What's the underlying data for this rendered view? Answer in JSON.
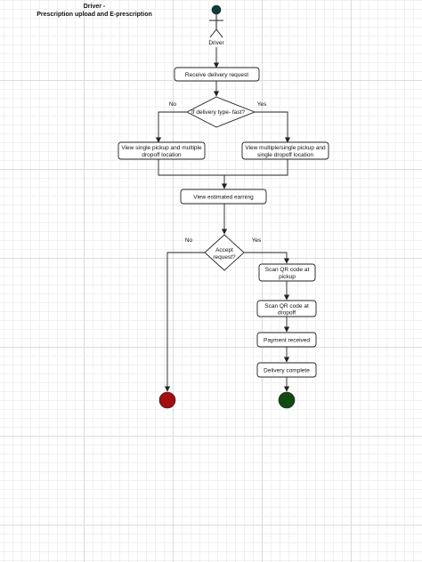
{
  "title": {
    "line1": "Driver -",
    "line2": "Prescription upload and  E-prescription"
  },
  "actor": {
    "label": "Driver"
  },
  "nodes": {
    "receive": "Receive delivery request",
    "decision_type": "If delivery type- fast?",
    "view_single_line1": "View single pickup and multiple",
    "view_single_line2": "dropoff location",
    "view_multi_line1": "View multiple/single pickup and",
    "view_multi_line2": "single dropoff location",
    "earning": "View estimated earning",
    "accept_line1": "Accept",
    "accept_line2": "request?",
    "scan_pickup_line1": "Scan QR code at",
    "scan_pickup_line2": "pickup",
    "scan_dropoff_line1": "Scan QR code at",
    "scan_dropoff_line2": "dropoff",
    "payment": "Payment received",
    "delivery_complete": "Delivery complete"
  },
  "edge_labels": {
    "type_no": "No",
    "type_yes": "Yes",
    "accept_no": "No",
    "accept_yes": "Yes"
  },
  "colors": {
    "start_node": "#0b3d3a",
    "end_rejected": "#a30e0e",
    "end_success": "#0f4a12",
    "stroke": "#222222"
  }
}
